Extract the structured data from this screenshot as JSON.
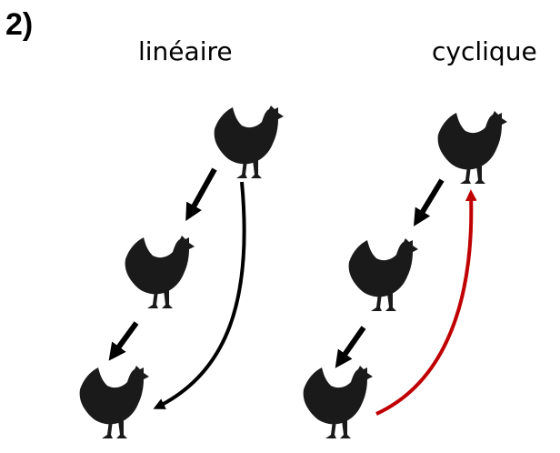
{
  "panel_label": "2)",
  "headings": {
    "linear": "linéaire",
    "cyclic": "cyclique"
  },
  "icons": {
    "hen": "hen-silhouette-icon"
  },
  "colors": {
    "hen": "#1a1a1a",
    "arrow_black": "#000000",
    "arrow_red": "#c00000"
  }
}
